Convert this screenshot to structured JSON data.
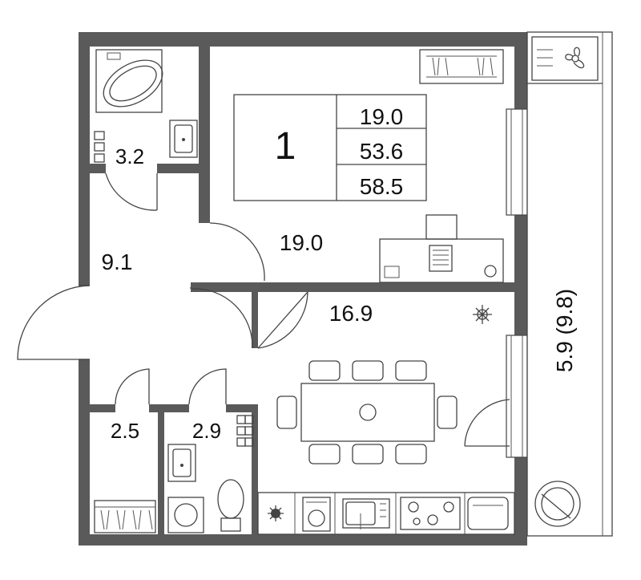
{
  "plan": {
    "summary": {
      "rooms_count": "1",
      "living_area": "19.0",
      "total_area": "53.6",
      "total_with_balcony": "58.5"
    },
    "rooms": {
      "bathroom": "3.2",
      "living_room": "19.0",
      "hallway": "9.1",
      "kitchen": "16.9",
      "closet": "2.5",
      "toilet": "2.9",
      "balcony": "5.9 (9.8)"
    }
  }
}
